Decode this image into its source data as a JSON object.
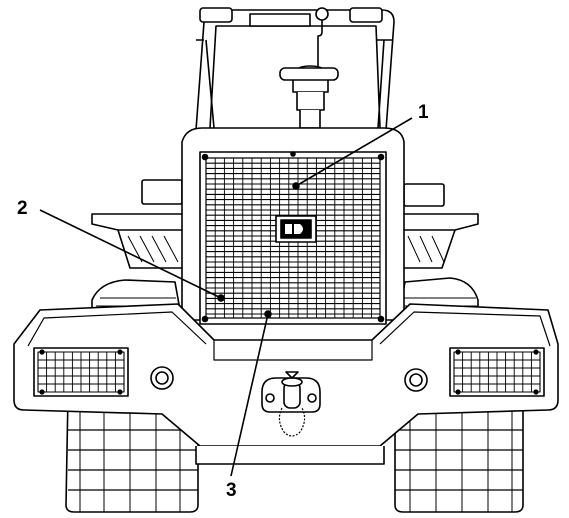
{
  "callouts": [
    {
      "id": "1",
      "label": "1"
    },
    {
      "id": "2",
      "label": "2"
    },
    {
      "id": "3",
      "label": "3"
    }
  ],
  "colors": {
    "line": "#000000",
    "fill": "#ffffff"
  },
  "icons": {
    "brand": "jcb-logo-icon",
    "tow": "tow-hitch-icon"
  }
}
